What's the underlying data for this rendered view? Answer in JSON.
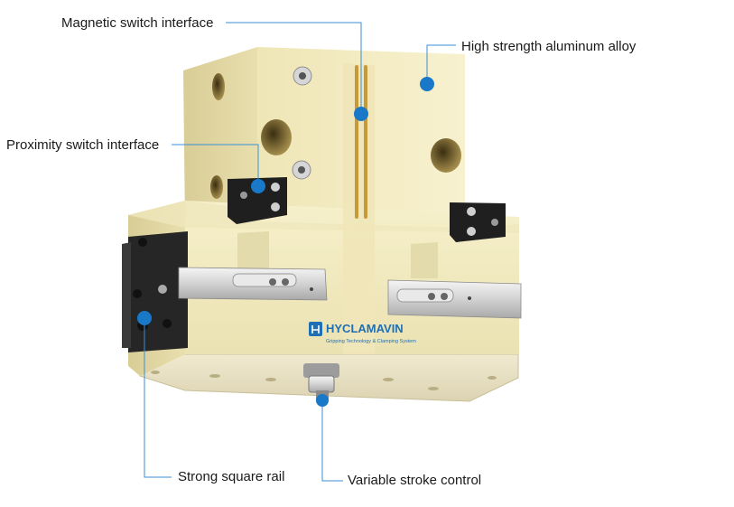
{
  "callouts": {
    "magnetic_switch": "Magnetic switch interface",
    "aluminum_alloy": "High strength aluminum alloy",
    "proximity_switch": "Proximity switch interface",
    "square_rail": "Strong square rail",
    "stroke_control": "Variable stroke control"
  },
  "logo": {
    "brand": "HYCLAMAVIN",
    "tagline": "Gripping Technology & Clamping System"
  },
  "colors": {
    "body": "#f4eec6",
    "body_shade": "#e3d9a6",
    "callout_dot": "#1978c8",
    "leader_line": "#3a8fd6",
    "logo_blue": "#1f6fb5"
  }
}
